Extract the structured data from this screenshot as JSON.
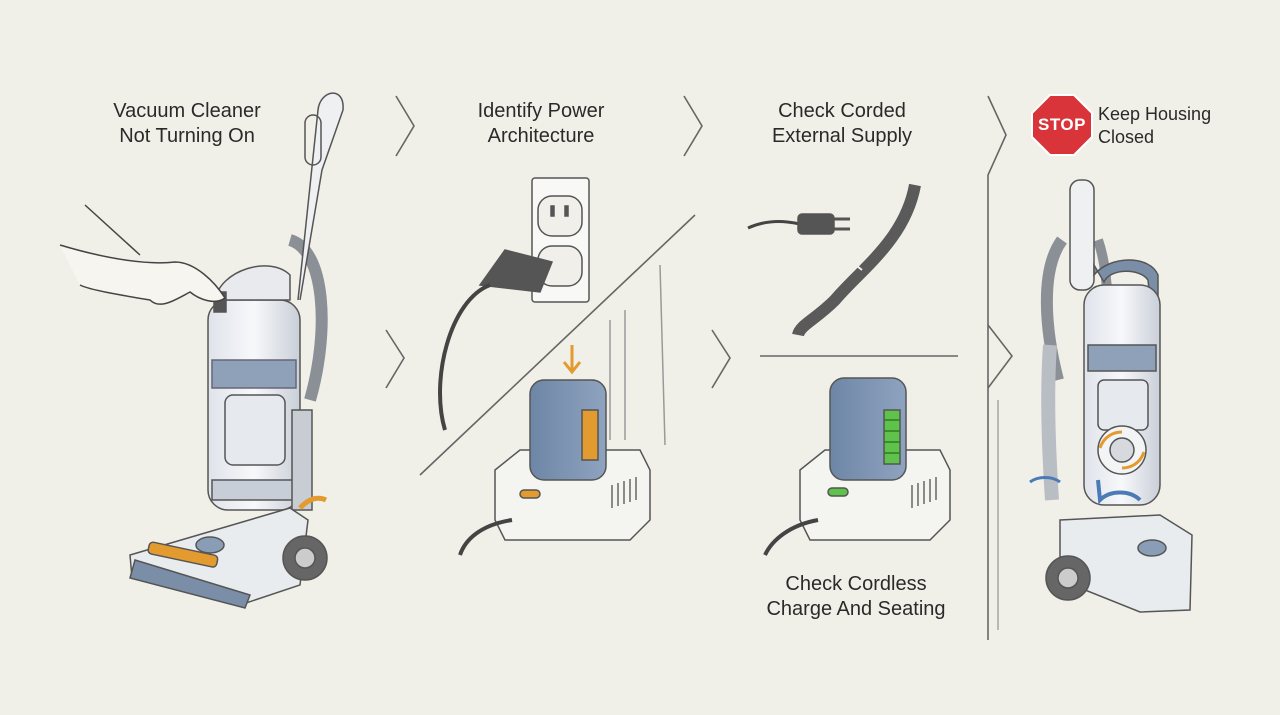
{
  "steps": {
    "start": {
      "label": "Vacuum Cleaner\nNot Turning On"
    },
    "identify": {
      "label": "Identify Power\nArchitecture"
    },
    "corded": {
      "label": "Check Corded\nExternal Supply"
    },
    "cordless": {
      "label": "Check Cordless\nCharge And Seating"
    },
    "housing": {
      "label": "Keep Housing\nClosed",
      "sign_text": "STOP"
    }
  },
  "colors": {
    "background": "#f1f0e8",
    "accent_blue": "#7b8ea8",
    "accent_orange": "#e39a2e",
    "charge_green": "#5fc24a",
    "stop_red": "#d9343a"
  }
}
